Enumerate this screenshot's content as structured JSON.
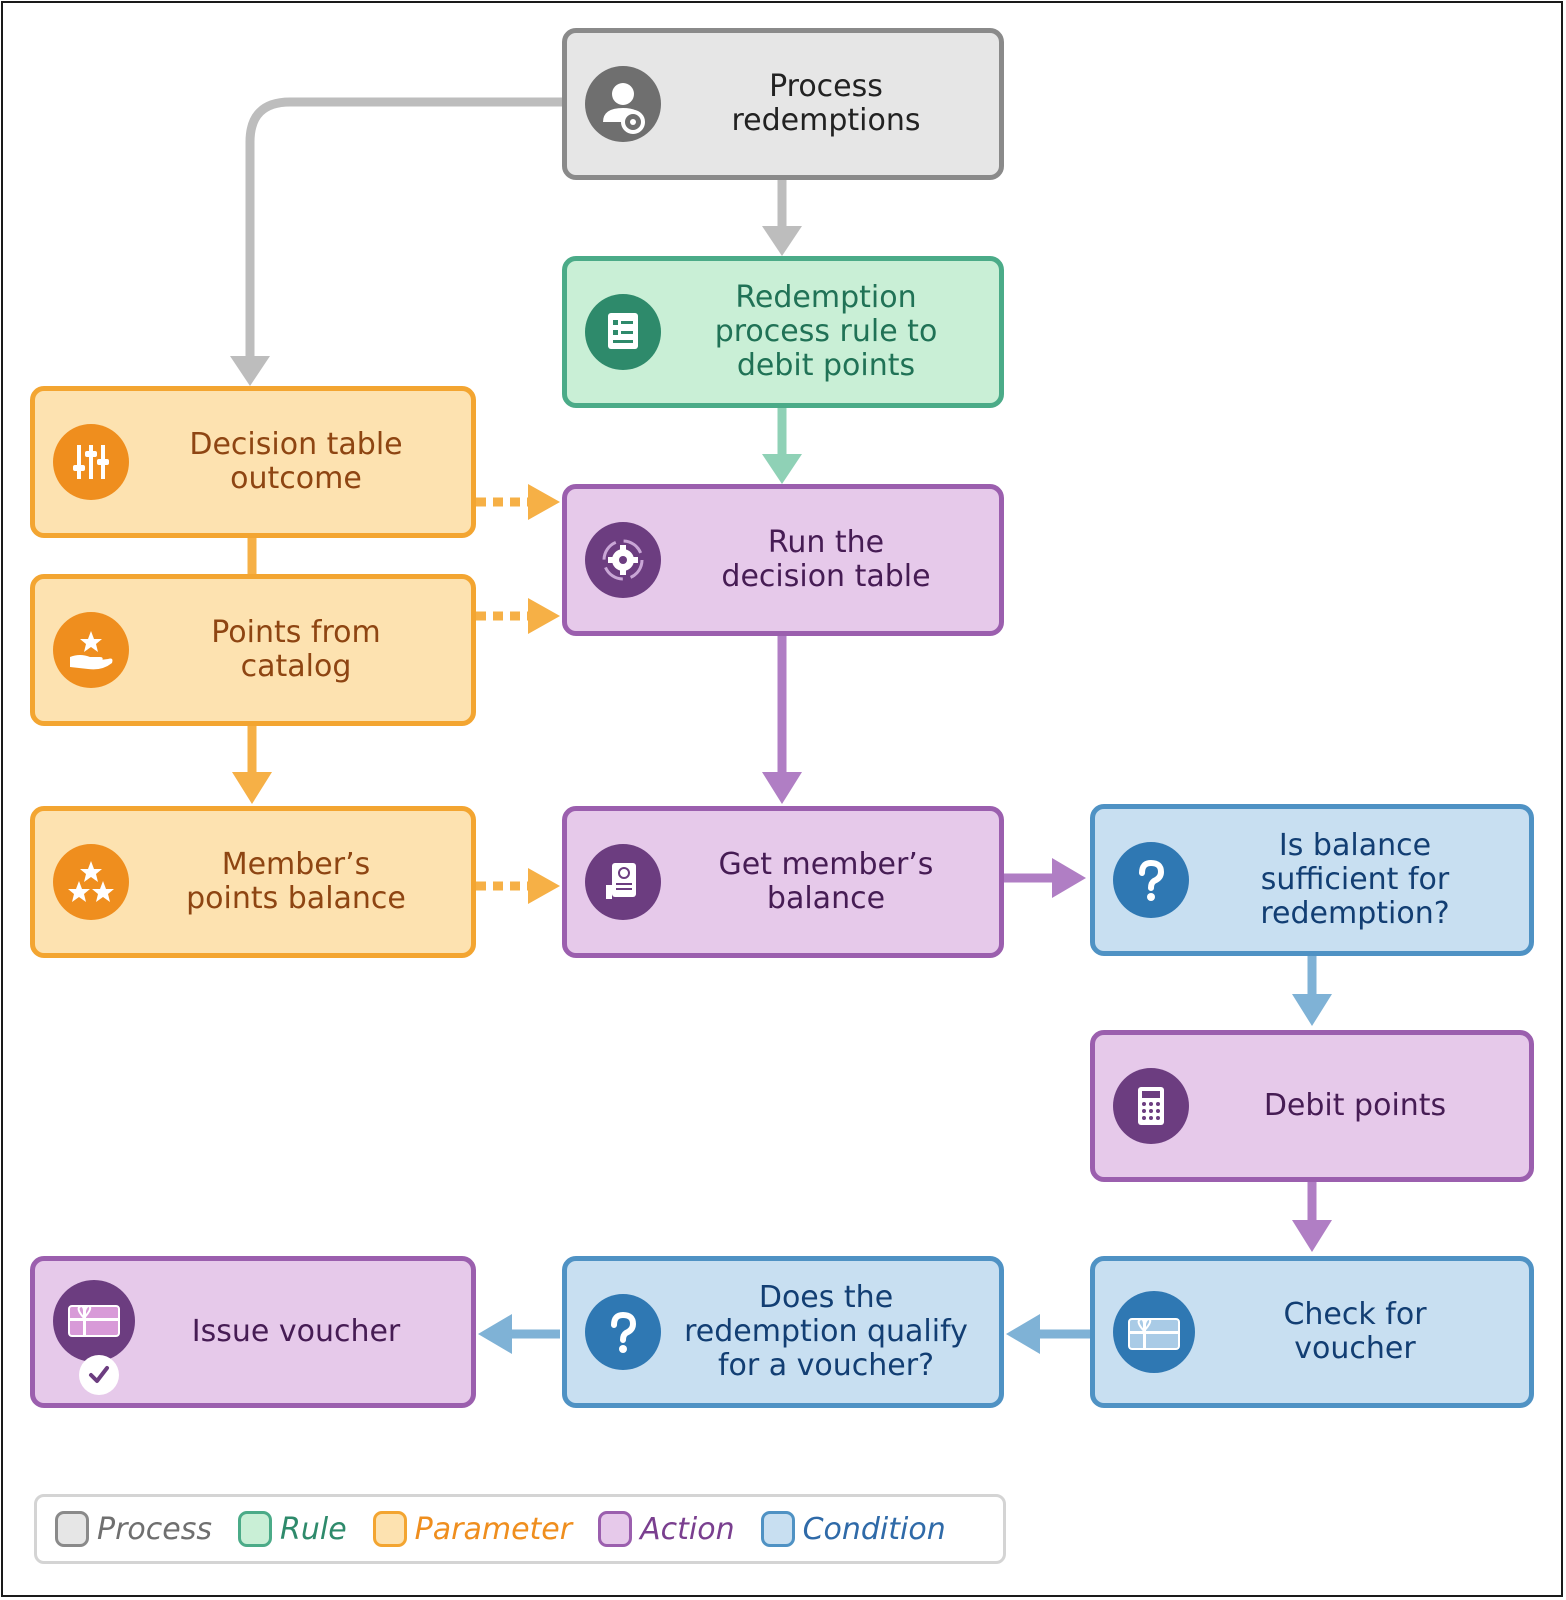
{
  "colors": {
    "process": "#8a8a8a",
    "rule": "#4bab88",
    "parameter": "#f3a531",
    "action": "#9b5fae",
    "condition": "#4f92c4"
  },
  "nodes": {
    "process_redemptions": {
      "label": "Process\nredemptions",
      "icon": "user-gear-icon",
      "kind": "process"
    },
    "redemption_rule": {
      "label": "Redemption\nprocess rule to\ndebit points",
      "icon": "rule-document-icon",
      "kind": "rule"
    },
    "decision_table_outcome": {
      "label": "Decision table\noutcome",
      "icon": "sliders-icon",
      "kind": "parameter"
    },
    "points_from_catalog": {
      "label": "Points from\ncatalog",
      "icon": "hand-star-icon",
      "kind": "parameter"
    },
    "members_points_balance": {
      "label": "Member’s\npoints balance",
      "icon": "stars-icon",
      "kind": "parameter"
    },
    "run_decision_table": {
      "label": "Run the\ndecision table",
      "icon": "gear-cycle-icon",
      "kind": "action"
    },
    "get_members_balance": {
      "label": "Get member’s\nbalance",
      "icon": "statement-icon",
      "kind": "action"
    },
    "is_balance_sufficient": {
      "label": "Is balance\nsufficient for\nredemption?",
      "icon": "question-icon",
      "kind": "condition"
    },
    "debit_points": {
      "label": "Debit points",
      "icon": "calculator-icon",
      "kind": "action"
    },
    "check_for_voucher": {
      "label": "Check for\nvoucher",
      "icon": "gift-card-icon",
      "kind": "condition"
    },
    "does_redemption_qualify": {
      "label": "Does the\nredemption qualify\nfor a voucher?",
      "icon": "question-icon",
      "kind": "condition"
    },
    "issue_voucher": {
      "label": "Issue voucher",
      "icon": "gift-card-check-icon",
      "kind": "action"
    }
  },
  "legend": [
    {
      "label": "Process",
      "color": "#8a8a8a",
      "fill": "#e6e6e6",
      "text_color": "#6f6f6f"
    },
    {
      "label": "Rule",
      "color": "#4bab88",
      "fill": "#c9efd6",
      "text_color": "#2e8a6b"
    },
    {
      "label": "Parameter",
      "color": "#f3a531",
      "fill": "#fde2b0",
      "text_color": "#ef8e1e"
    },
    {
      "label": "Action",
      "color": "#9b5fae",
      "fill": "#e6c9ea",
      "text_color": "#7a3f8f"
    },
    {
      "label": "Condition",
      "color": "#4f92c4",
      "fill": "#c8dff1",
      "text_color": "#2f6aa8"
    }
  ]
}
